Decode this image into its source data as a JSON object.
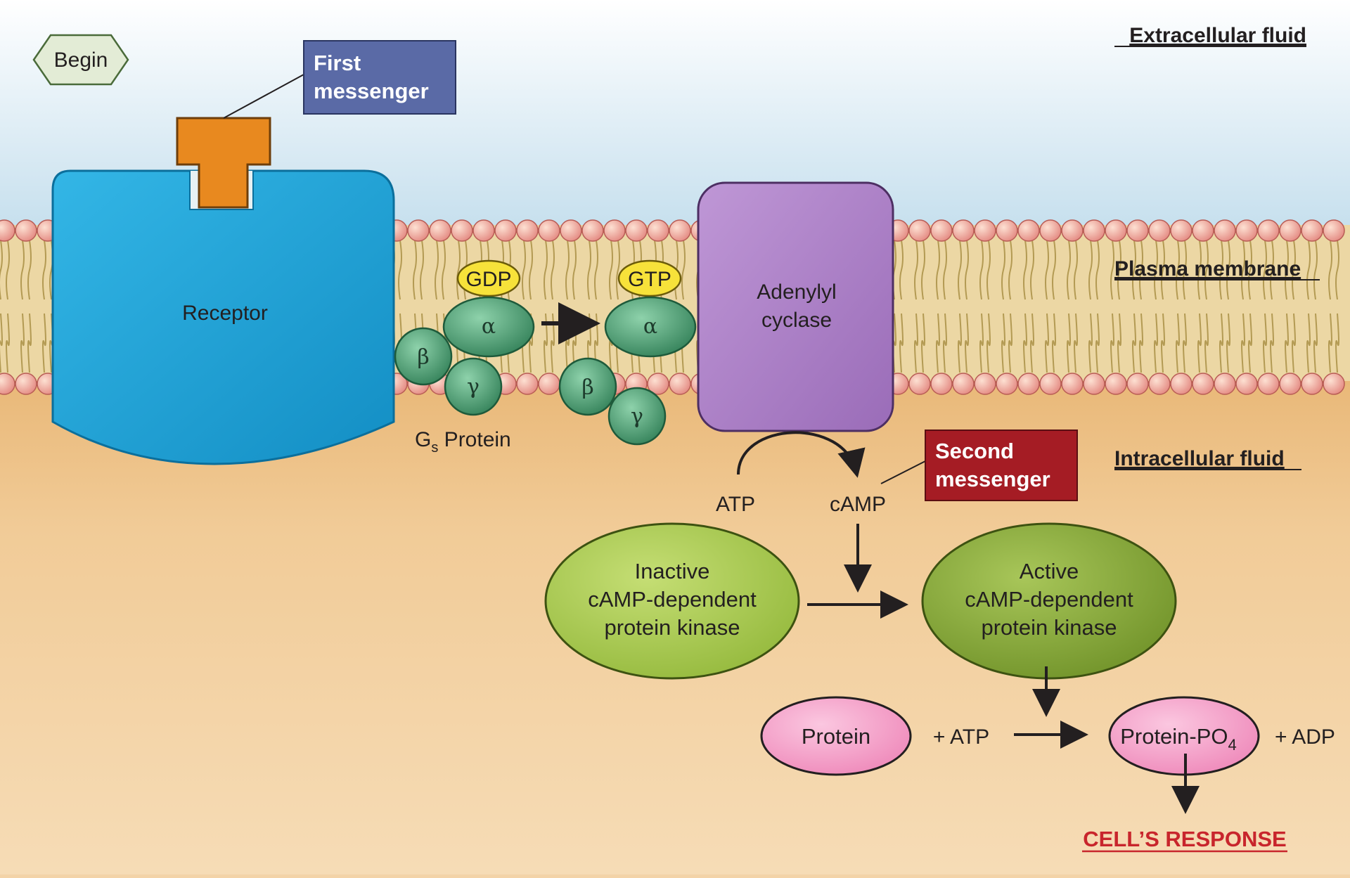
{
  "begin_button": {
    "label": "Begin"
  },
  "regions": {
    "extracellular": "Extracellular fluid",
    "plasma_membrane": "Plasma membrane",
    "intracellular": "Intracellular fluid"
  },
  "first_messenger": {
    "line1": "First",
    "line2": "messenger"
  },
  "second_messenger": {
    "line1": "Second",
    "line2": "messenger"
  },
  "receptor": {
    "label": "Receptor"
  },
  "g_protein": {
    "label_main": "G",
    "label_sub": "s",
    "label_rest": " Protein",
    "gdp": "GDP",
    "gtp": "GTP",
    "alpha": "α",
    "beta": "β",
    "gamma": "γ"
  },
  "adenylyl_cyclase": {
    "line1": "Adenylyl",
    "line2": "cyclase"
  },
  "reaction": {
    "atp": "ATP",
    "camp": "cAMP"
  },
  "inactive_kinase": {
    "line1": "Inactive",
    "line2": "cAMP-dependent",
    "line3": "protein kinase"
  },
  "active_kinase": {
    "line1": "Active",
    "line2": "cAMP-dependent",
    "line3": "protein kinase"
  },
  "phosphorylation": {
    "protein": "Protein",
    "plus_atp": "+ ATP",
    "product_main": "Protein-PO",
    "product_sub": "4",
    "plus_adp": "+ ADP"
  },
  "cells_response": "CELL’S RESPONSE",
  "colors": {
    "receptor": "#1aa3d9",
    "ligand": "#e8891f",
    "first_messenger_box": "#5a6aa6",
    "second_messenger_box": "#a51c24",
    "adenylyl_cyclase": "#a97fc4",
    "g_protein": "#3e9a6c",
    "gdp_gtp": "#f7e23a",
    "inactive_kinase": "#a9c94f",
    "active_kinase": "#86a83a",
    "protein": "#f29ac6",
    "cells_response_text": "#c8252c"
  }
}
